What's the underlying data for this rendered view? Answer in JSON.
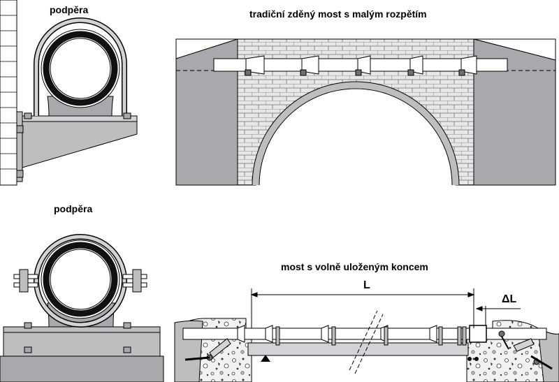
{
  "labels": {
    "support_top": "podpěra",
    "support_bottom": "podpěra",
    "arch_bridge": "tradiční zděný most s malým rozpětím",
    "free_end_bridge": "most s volně uloženým koncem",
    "length": "L",
    "delta_length": "ΔL"
  },
  "colors": {
    "wall_grey": "#a7a9ac",
    "light_grey": "#d1d3d4",
    "mid_grey": "#bcbec0",
    "brick_fill": "#e6e7e8",
    "pipe_ring": "#111111",
    "line": "#000000"
  }
}
